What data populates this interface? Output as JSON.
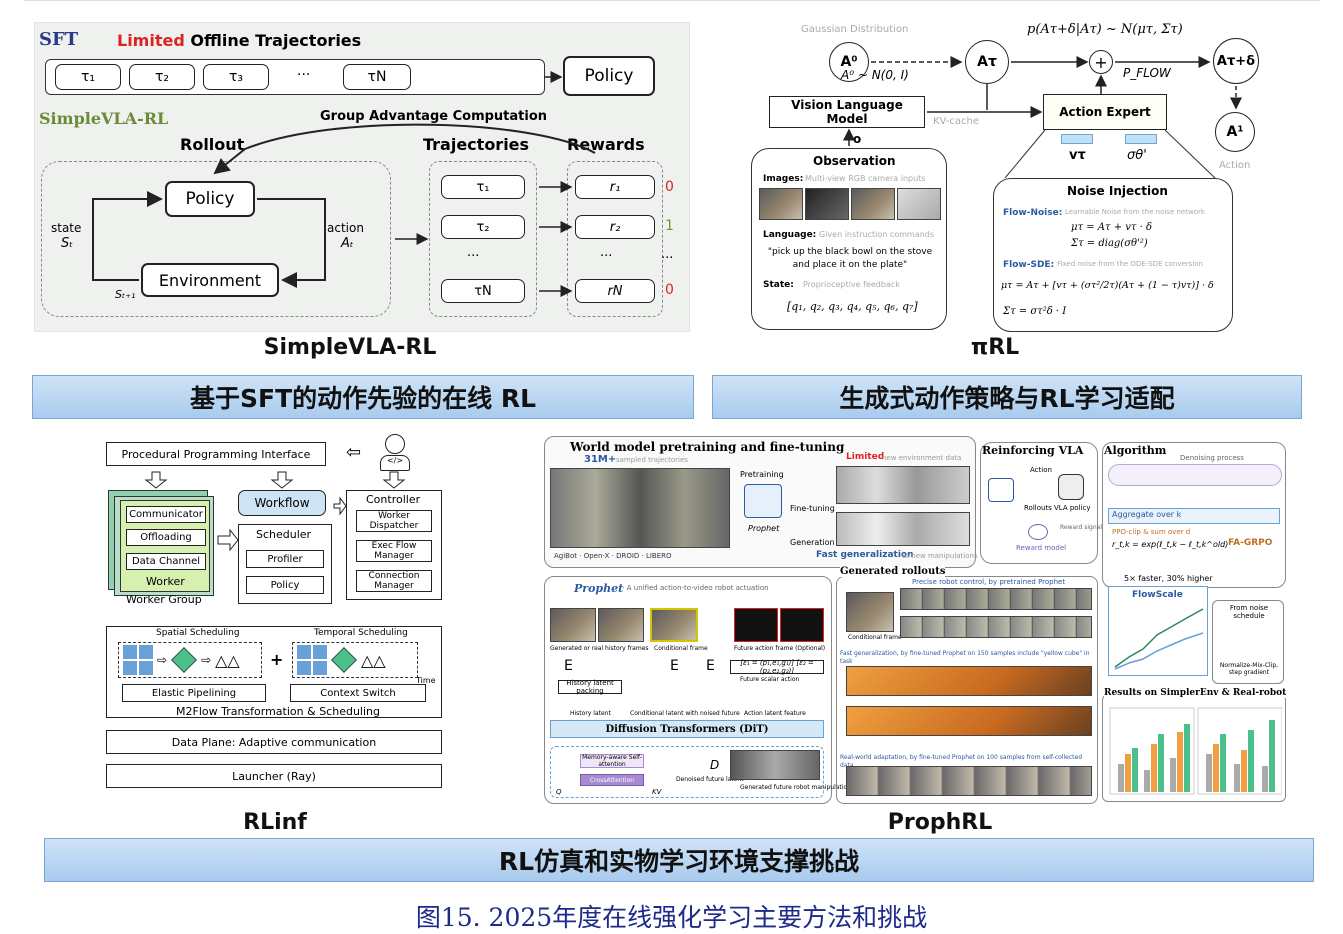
{
  "simplevla": {
    "sft": "SFT",
    "limited": "Limited",
    "offline": " Offline Trajectories",
    "policy_top": "Policy",
    "tau": [
      "τ₁",
      "τ₂",
      "τ₃",
      "···",
      "τN"
    ],
    "title": "SimpleVLA-RL",
    "group_adv": "Group Advantage Computation",
    "rollout": "Rollout",
    "trajectories": "Trajectories",
    "rewards": "Rewards",
    "policy": "Policy",
    "environment": "Environment",
    "state": "state",
    "state_sym": "Sₜ",
    "action": "action",
    "action_sym": "Aₜ",
    "next_state": "Sₜ₊₁",
    "traj_items": [
      "τ₁",
      "τ₂",
      "···",
      "τN"
    ],
    "reward_items": [
      "r₁",
      "r₂",
      "···",
      "rN"
    ],
    "reward_vals": [
      "0",
      "1",
      "···",
      "0"
    ],
    "caption": "SimpleVLA-RL"
  },
  "pirl": {
    "gaussian": "Gaussian Distribution",
    "a0": "A⁰",
    "atau": "Aτ",
    "atau_delta": "Aτ+δ",
    "a1": "A¹",
    "action_label": "Action",
    "a0_dist": "A⁰ ~ N(0, I)",
    "cond": "p(Aτ+δ|Aτ) ~ N(μτ, Στ)",
    "pflow": "P_FLOW",
    "vlm": "Vision Language Model",
    "kv": "KV-cache",
    "action_expert": "Action Expert",
    "o": "o",
    "vtau": "vτ",
    "sigma": "σθ'",
    "observation": "Observation",
    "images": "Images:",
    "images_desc": "Multi-view RGB camera inputs",
    "language": "Language:",
    "language_desc": "Given instruction commands",
    "instruction": "\"pick up the black bowl on the stove and place it on the plate\"",
    "state": "State:",
    "state_desc": "Proprioceptive feedback",
    "qvec": "[q₁, q₂, q₃, q₄, q₅, q₆, q₇]",
    "noise_injection": "Noise Injection",
    "flow_noise": "Flow-Noise:",
    "flow_noise_desc": "Learnable Noise from the noise network",
    "fn_eq1": "μτ = Aτ + vτ · δ",
    "fn_eq2": "Στ = diag(σθ'²)",
    "flow_sde": "Flow-SDE:",
    "flow_sde_desc": "Fixed noise from the ODE-SDE conversion",
    "fs_eq1": "μτ = Aτ + [vτ + (στ²/2τ)(Aτ + (1 − τ)vτ)] · δ",
    "fs_eq2": "Στ = στ²δ · I",
    "caption": "πRL"
  },
  "banners": {
    "left": "基于SFT的动作先验的在线 RL",
    "right": "生成式动作策略与RL学习适配",
    "bottom": "RL仿真和实物学习环境支撑挑战"
  },
  "rlinf": {
    "ppi": "Procedural Programming Interface",
    "communicator": "Communicator",
    "offloading": "Offloading",
    "data_channel": "Data Channel",
    "worker": "Worker",
    "worker_group": "Worker Group",
    "workflow": "Workflow",
    "scheduler": "Scheduler",
    "profiler": "Profiler",
    "policy": "Policy",
    "controller": "Controller",
    "worker_dispatcher": "Worker Dispatcher",
    "exec_flow": "Exec Flow Manager",
    "connection": "Connection Manager",
    "spatial": "Spatial Scheduling",
    "temporal": "Temporal Scheduling",
    "time": "Time",
    "elastic": "Elastic Pipelining",
    "context": "Context Switch",
    "m2flow": "M2Flow Transformation & Scheduling",
    "data_plane": "Data Plane: Adaptive communication",
    "launcher": "Launcher (Ray)",
    "caption": "RLinf"
  },
  "prophrl": {
    "wm_title": "World model pretraining and fine-tuning",
    "m31": "31M+",
    "m31_desc": "sampled trajectories",
    "limited": "Limited",
    "limited_desc": "new environment data",
    "pretraining": "Pretraining",
    "finetuning": "Fine-tuning",
    "generation": "Generation",
    "prophet": "Prophet",
    "fast_gen": "Fast generalization",
    "fast_gen_desc": "to new manipulations",
    "logos": [
      "AgiBot",
      "Open-X",
      "DROID",
      "LIBERO"
    ],
    "reinforcing": "Reinforcing VLA",
    "rf_action": "Action",
    "rf_rollouts": "Rollouts",
    "rf_policy": "VLA policy",
    "rf_reward": "Reward signal",
    "rf_reward_model": "Reward model",
    "algorithm": "Algorithm",
    "denoising": "Denoising process",
    "aggregate": "Aggregate over k",
    "ppo": "PPO-clip & sum over d",
    "ratio_eq": "r_t,k = exp(ℓ_t,k − ℓ_t,k^old)",
    "fa_grpo": "FA-GRPO",
    "faster": "5× faster, 30% higher",
    "flowscale": "FlowScale",
    "from_noise": "From noise schedule",
    "normalize": "Normalize-Mix-Clip, step gradient",
    "prophet_title": "Prophet",
    "prophet_desc": "- A unified action-to-video robot actuation",
    "gen_frames": "Generated or real history frames",
    "cond_frame": "Conditional frame",
    "future_frame": "Future action frame (Optional)",
    "history_packing": "History latent packing",
    "history_latent": "History latent",
    "cond_latent": "Conditional latent with noised future",
    "future_scalar": "Future scalar action",
    "action_latent": "Action latent feature",
    "dit": "Diffusion Transformers (DiT)",
    "memory": "Memory-aware Self-attention",
    "cross": "CrossAttention",
    "q": "Q",
    "kv": "KV",
    "denoised": "Denoised future latent",
    "generated_future": "Generated future robot manipulation",
    "gen_rollouts": "Generated rollouts",
    "precise": "Precise robot control, by pretrained Prophet",
    "cond_frame2": "Conditional frame",
    "fastgen2": "Fast generalization, by fine-tuned Prophet on 150 samples include \"yellow cube\" in task",
    "real_world": "Real-world adaptation, by fine-tuned Prophet on 100 samples from self-collected data",
    "results": "Results on SimplerEnv & Real-robot",
    "caption": "ProphRL"
  },
  "figure_caption": "图15. 2025年度在线强化学习主要方法和挑战"
}
